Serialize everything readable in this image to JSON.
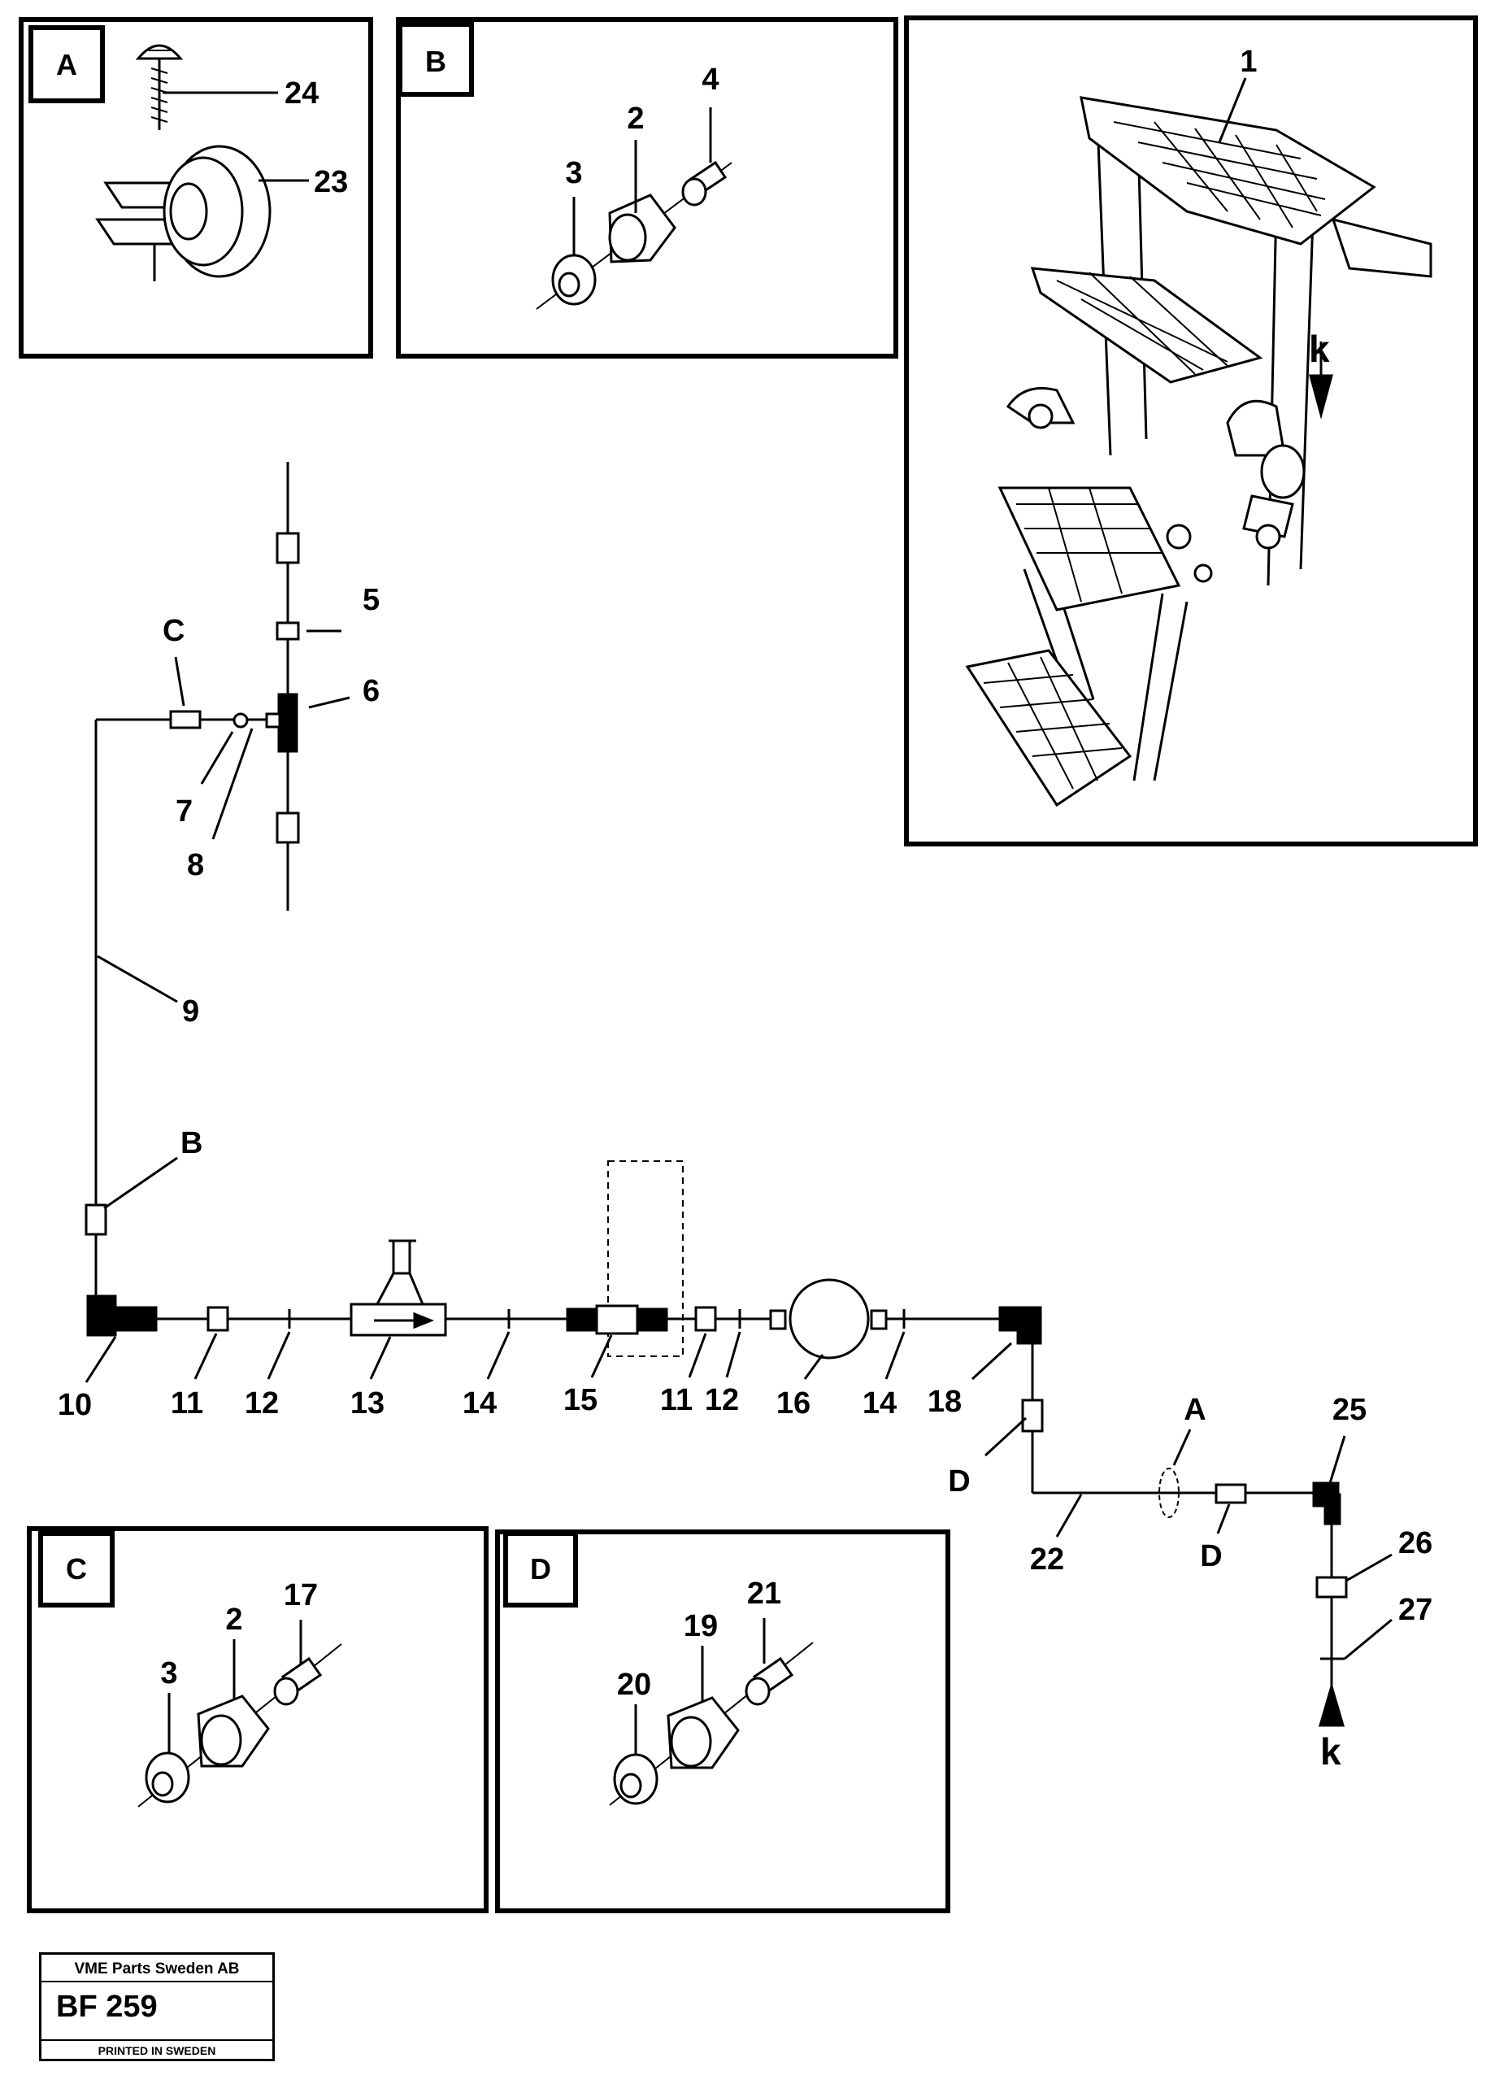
{
  "detail_boxes": {
    "A": {
      "letter": "A",
      "callouts": [
        "24",
        "23"
      ]
    },
    "B": {
      "letter": "B",
      "callouts": [
        "3",
        "2",
        "4"
      ]
    },
    "C": {
      "letter": "C",
      "callouts": [
        "3",
        "2",
        "17"
      ]
    },
    "D": {
      "letter": "D",
      "callouts": [
        "20",
        "19",
        "21"
      ]
    },
    "ladder": {
      "callouts": [
        "1"
      ],
      "arrow_label": "k"
    }
  },
  "schematic": {
    "upper_branch": [
      "5",
      "6",
      "C",
      "7",
      "8",
      "9",
      "B"
    ],
    "main_line": [
      "10",
      "11",
      "12",
      "13",
      "14",
      "15",
      "11",
      "12",
      "16",
      "14",
      "18"
    ],
    "lower_branch": [
      "D",
      "22",
      "A",
      "D",
      "25",
      "26",
      "27"
    ],
    "arrow_label": "k"
  },
  "title_block": {
    "company": "VME Parts Sweden AB",
    "code": "BF 259",
    "printed": "PRINTED IN SWEDEN"
  }
}
